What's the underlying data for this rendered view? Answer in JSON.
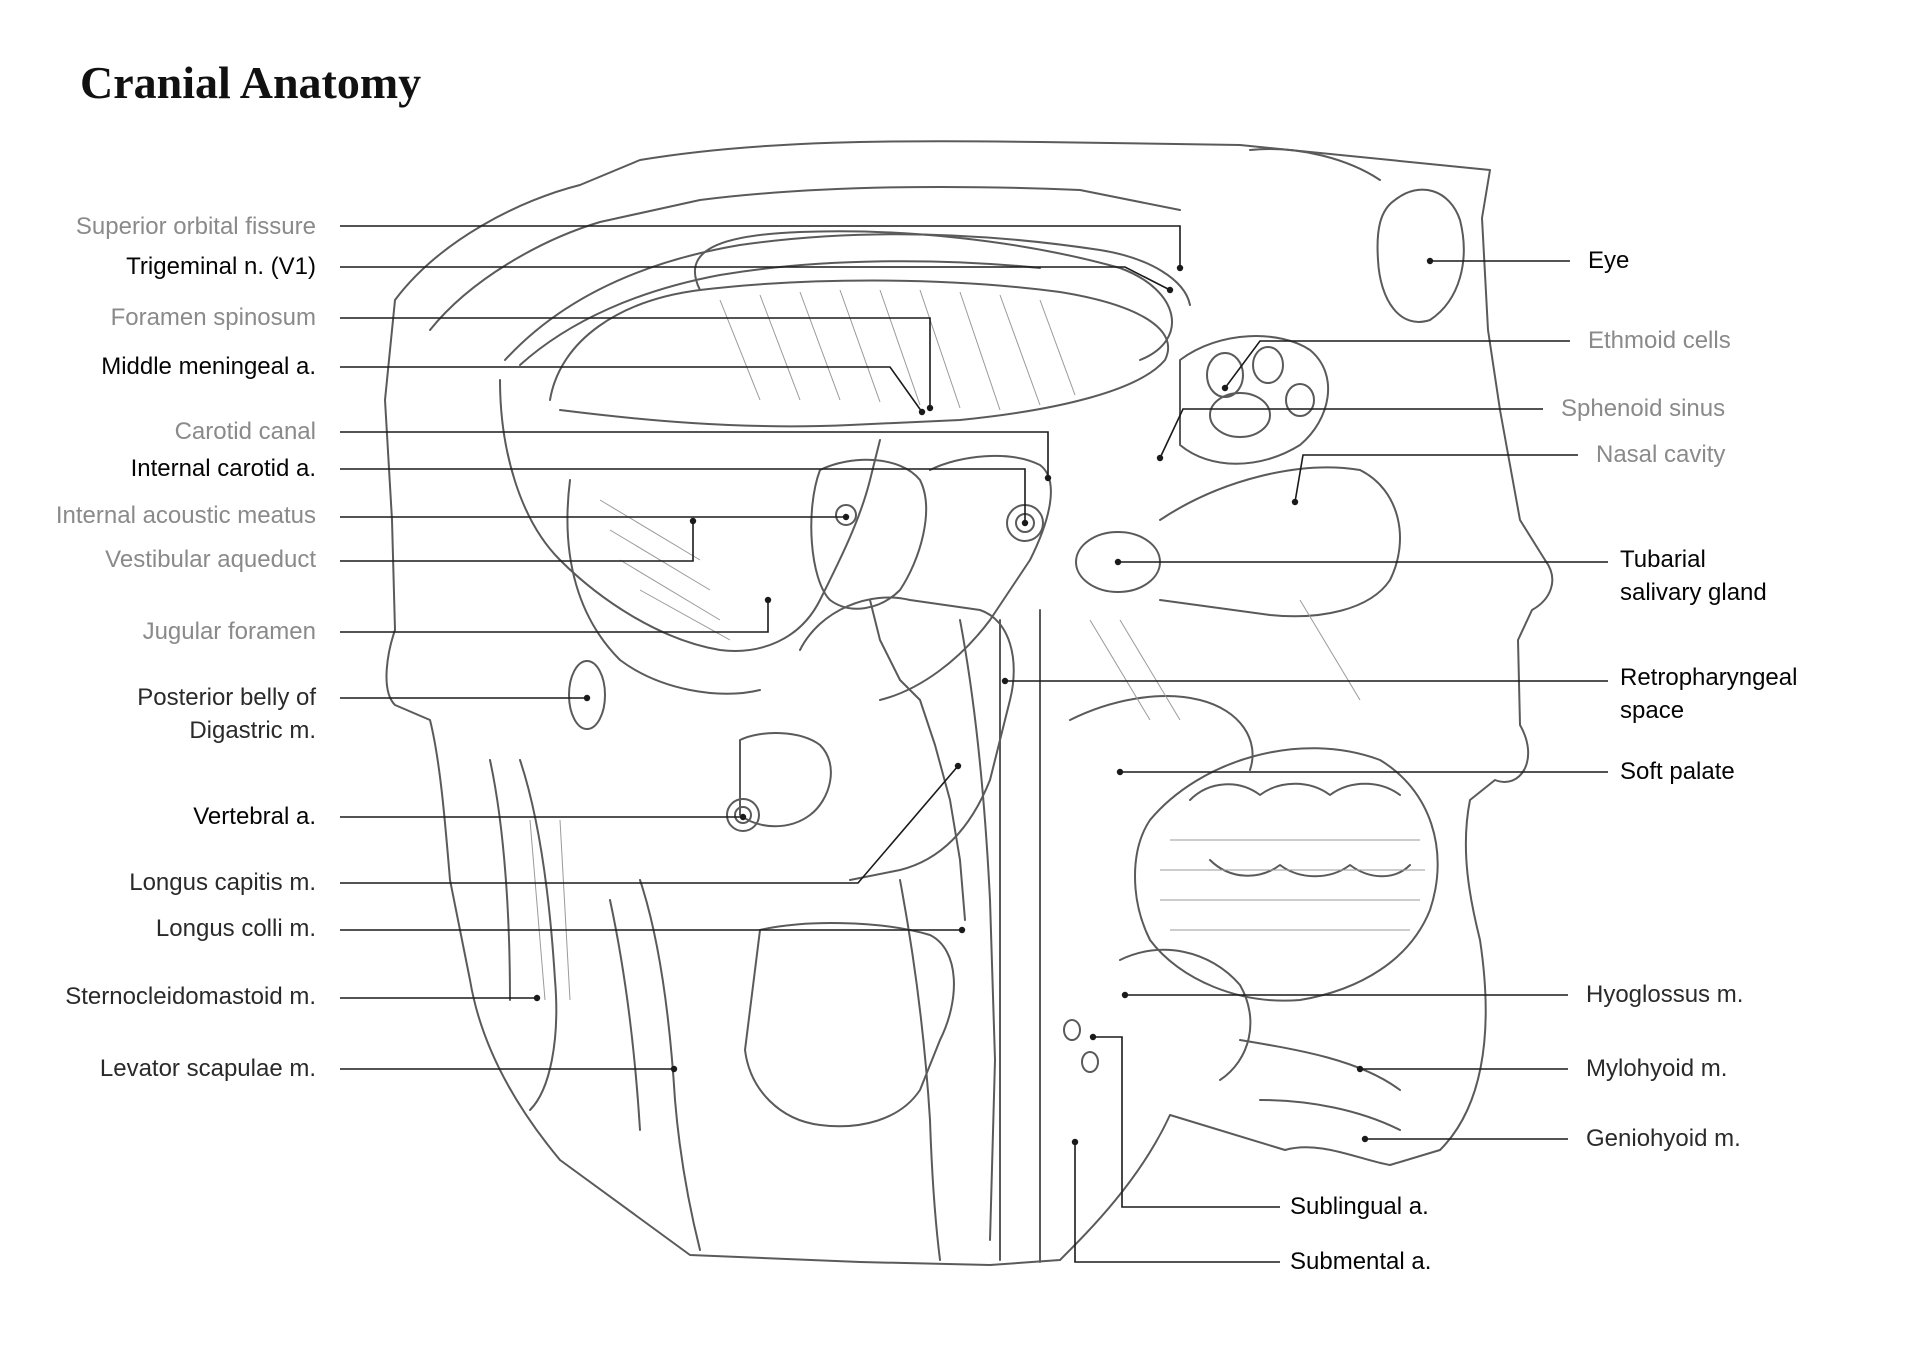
{
  "title": "Cranial Anatomy",
  "colors": {
    "leader": "#1a1a1a",
    "sketch": "#5a5a5a",
    "gray_label": "#8a8a8a",
    "dark_label": "#2a2a2a",
    "black_label": "#050505"
  },
  "labels_left": [
    {
      "id": "superior-orbital-fissure",
      "lines": [
        "Superior orbital fissure"
      ],
      "tone": "gray"
    },
    {
      "id": "trigeminal-n",
      "lines": [
        "Trigeminal n. (V1)"
      ],
      "tone": "black"
    },
    {
      "id": "foramen-spinosum",
      "lines": [
        "Foramen spinosum"
      ],
      "tone": "gray"
    },
    {
      "id": "middle-meningeal-a",
      "lines": [
        "Middle meningeal a."
      ],
      "tone": "black"
    },
    {
      "id": "carotid-canal",
      "lines": [
        "Carotid canal"
      ],
      "tone": "gray"
    },
    {
      "id": "internal-carotid-a",
      "lines": [
        "Internal carotid a."
      ],
      "tone": "black"
    },
    {
      "id": "internal-acoustic-meatus",
      "lines": [
        "Internal acoustic meatus"
      ],
      "tone": "gray"
    },
    {
      "id": "vestibular-aqueduct",
      "lines": [
        "Vestibular aqueduct"
      ],
      "tone": "gray"
    },
    {
      "id": "jugular-foramen",
      "lines": [
        "Jugular foramen"
      ],
      "tone": "gray"
    },
    {
      "id": "posterior-belly-digastric",
      "lines": [
        "Posterior belly of",
        "Digastric m."
      ],
      "tone": "dark"
    },
    {
      "id": "vertebral-a",
      "lines": [
        "Vertebral a."
      ],
      "tone": "black"
    },
    {
      "id": "longus-capitis",
      "lines": [
        "Longus capitis m."
      ],
      "tone": "dark"
    },
    {
      "id": "longus-colli",
      "lines": [
        "Longus colli m."
      ],
      "tone": "dark"
    },
    {
      "id": "sternocleidomastoid",
      "lines": [
        "Sternocleidomastoid m."
      ],
      "tone": "dark"
    },
    {
      "id": "levator-scapulae",
      "lines": [
        "Levator scapulae m."
      ],
      "tone": "dark"
    }
  ],
  "labels_right": [
    {
      "id": "eye",
      "lines": [
        "Eye"
      ],
      "tone": "black"
    },
    {
      "id": "ethmoid-cells",
      "lines": [
        "Ethmoid cells"
      ],
      "tone": "gray"
    },
    {
      "id": "sphenoid-sinus",
      "lines": [
        "Sphenoid sinus"
      ],
      "tone": "gray"
    },
    {
      "id": "nasal-cavity",
      "lines": [
        "Nasal cavity"
      ],
      "tone": "gray"
    },
    {
      "id": "tubarial-salivary-gland",
      "lines": [
        "Tubarial",
        "salivary gland"
      ],
      "tone": "black"
    },
    {
      "id": "retropharyngeal-space",
      "lines": [
        "Retropharyngeal",
        "space"
      ],
      "tone": "black"
    },
    {
      "id": "soft-palate",
      "lines": [
        "Soft palate"
      ],
      "tone": "black"
    },
    {
      "id": "hyoglossus",
      "lines": [
        "Hyoglossus m."
      ],
      "tone": "dark"
    },
    {
      "id": "mylohyoid",
      "lines": [
        "Mylohyoid m."
      ],
      "tone": "dark"
    },
    {
      "id": "geniohyoid",
      "lines": [
        "Geniohyoid m."
      ],
      "tone": "dark"
    }
  ],
  "labels_bottom": [
    {
      "id": "sublingual-a",
      "lines": [
        "Sublingual a."
      ],
      "tone": "black"
    },
    {
      "id": "submental-a",
      "lines": [
        "Submental a."
      ],
      "tone": "black"
    }
  ]
}
